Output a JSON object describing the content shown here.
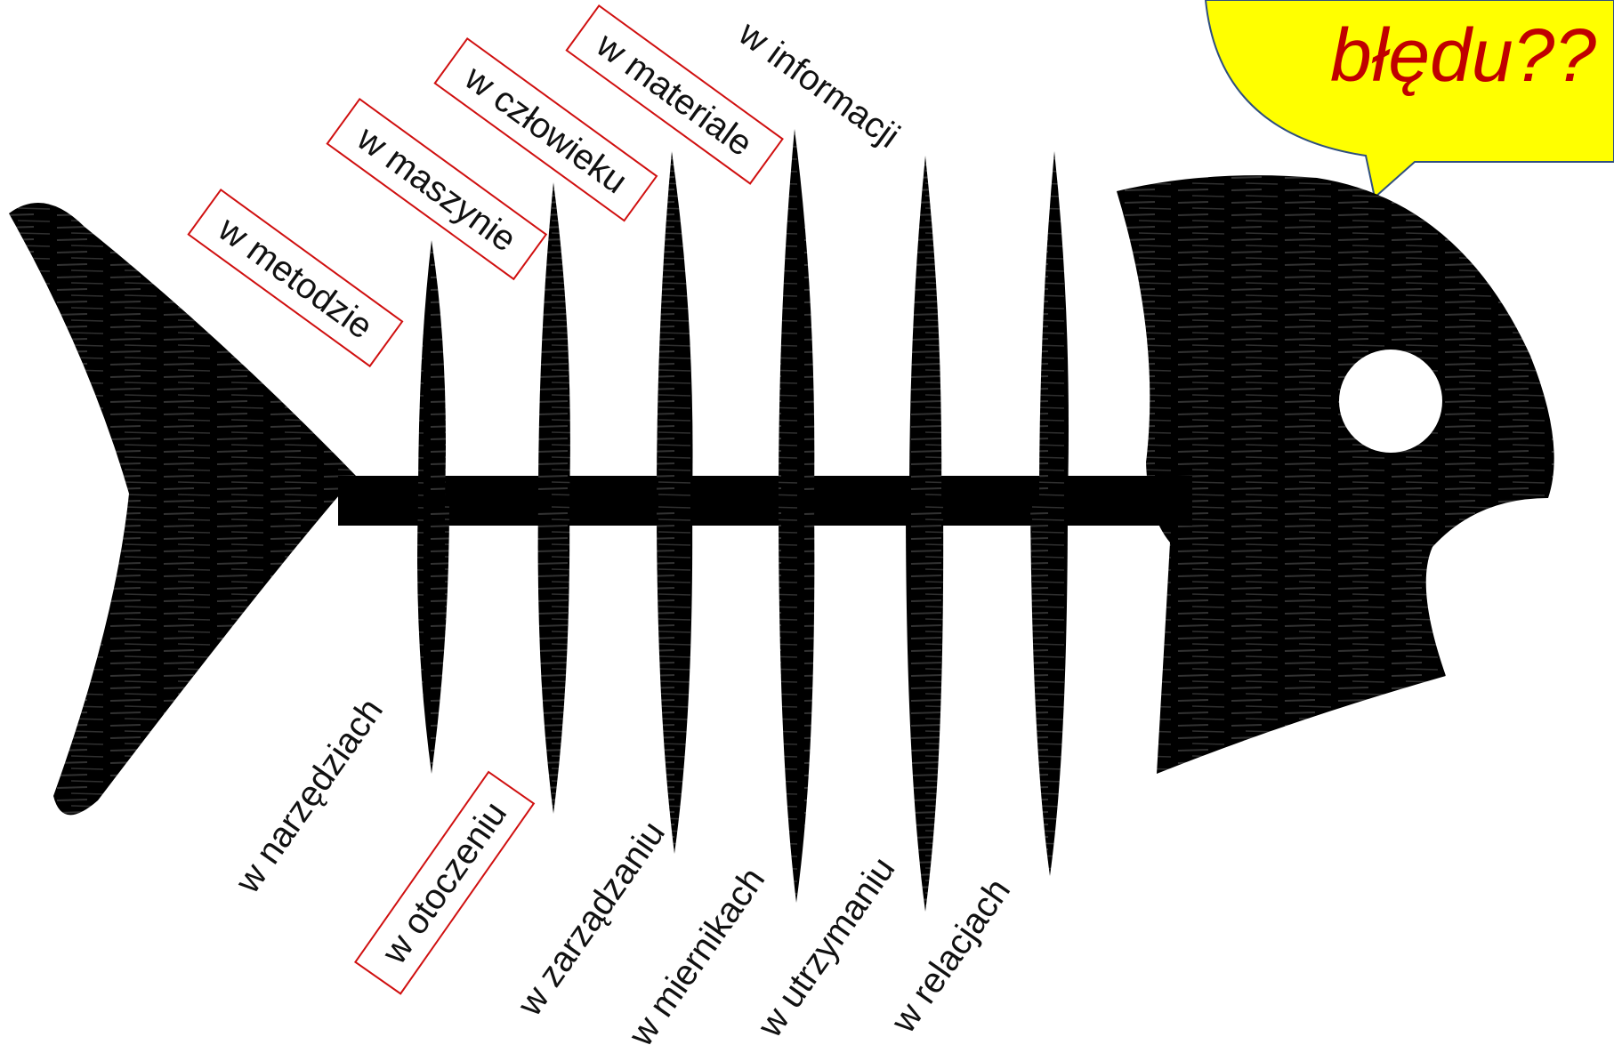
{
  "bubble": {
    "text": "błędu??",
    "fill": "#ffff00",
    "text_color": "#c00000"
  },
  "fish": {
    "color": "#000000",
    "eye_color": "#ffffff"
  },
  "labels_top": [
    {
      "id": "metodzie",
      "text": "w metodzie",
      "boxed": true
    },
    {
      "id": "maszynie",
      "text": "w maszynie",
      "boxed": true
    },
    {
      "id": "czlowieku",
      "text": "w człowieku",
      "boxed": true
    },
    {
      "id": "materiale",
      "text": "w materiale",
      "boxed": true
    },
    {
      "id": "informacji",
      "text": "w informacji",
      "boxed": false
    }
  ],
  "labels_bottom": [
    {
      "id": "narzedziach",
      "text": "w narzędziach",
      "boxed": false
    },
    {
      "id": "otoczeniu",
      "text": "w otoczeniu",
      "boxed": true
    },
    {
      "id": "zarzadzaniu",
      "text": "w zarządzaniu",
      "boxed": false
    },
    {
      "id": "miernikach",
      "text": "w miernikach",
      "boxed": false
    },
    {
      "id": "utrzymaniu",
      "text": "w utrzymaniu",
      "boxed": false
    },
    {
      "id": "relacjach",
      "text": "w relacjach",
      "boxed": false
    }
  ]
}
